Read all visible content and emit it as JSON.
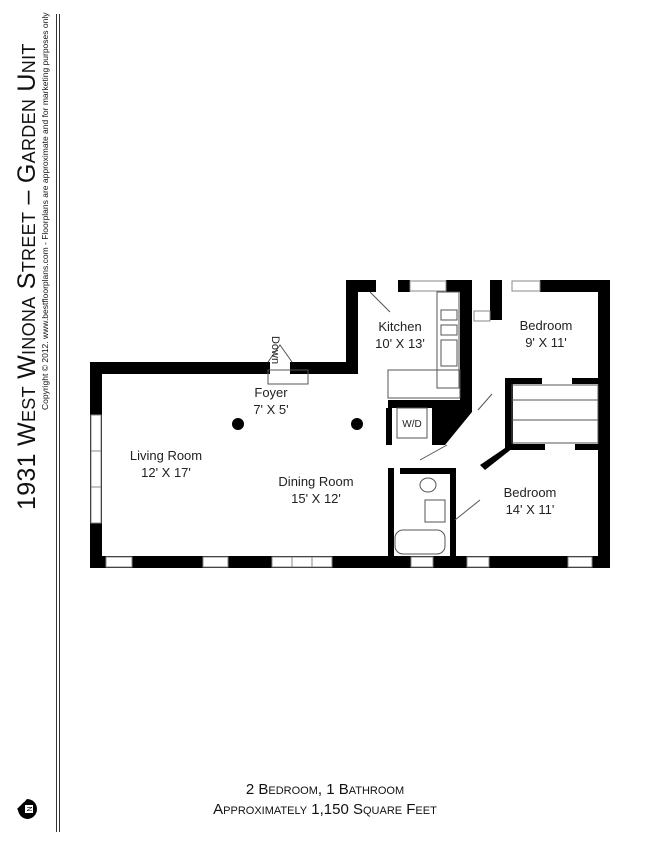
{
  "header": {
    "title": "1931 West Winona Street – Garden Unit",
    "copyright": "Copyright © 2012. www.bestfloorplans.com - Floorplans are approximate and for marketing purposes only"
  },
  "rooms": {
    "kitchen": {
      "name": "Kitchen",
      "size": "10' X 13'"
    },
    "bedroom1": {
      "name": "Bedroom",
      "size": "9' X 11'"
    },
    "foyer": {
      "name": "Foyer",
      "size": "7' X 5'",
      "stairs_label": "Down"
    },
    "living": {
      "name": "Living Room",
      "size": "12' X 17'"
    },
    "dining": {
      "name": "Dining Room",
      "size": "15' X 12'"
    },
    "bedroom2": {
      "name": "Bedroom",
      "size": "14' X 11'"
    },
    "laundry": {
      "label": "W/D"
    }
  },
  "footer": {
    "line1": "2 Bedroom, 1 Bathroom",
    "line2": "Approximately 1,150 Square Feet"
  },
  "compass": {
    "icon": "north-arrow-icon",
    "label": "N"
  }
}
